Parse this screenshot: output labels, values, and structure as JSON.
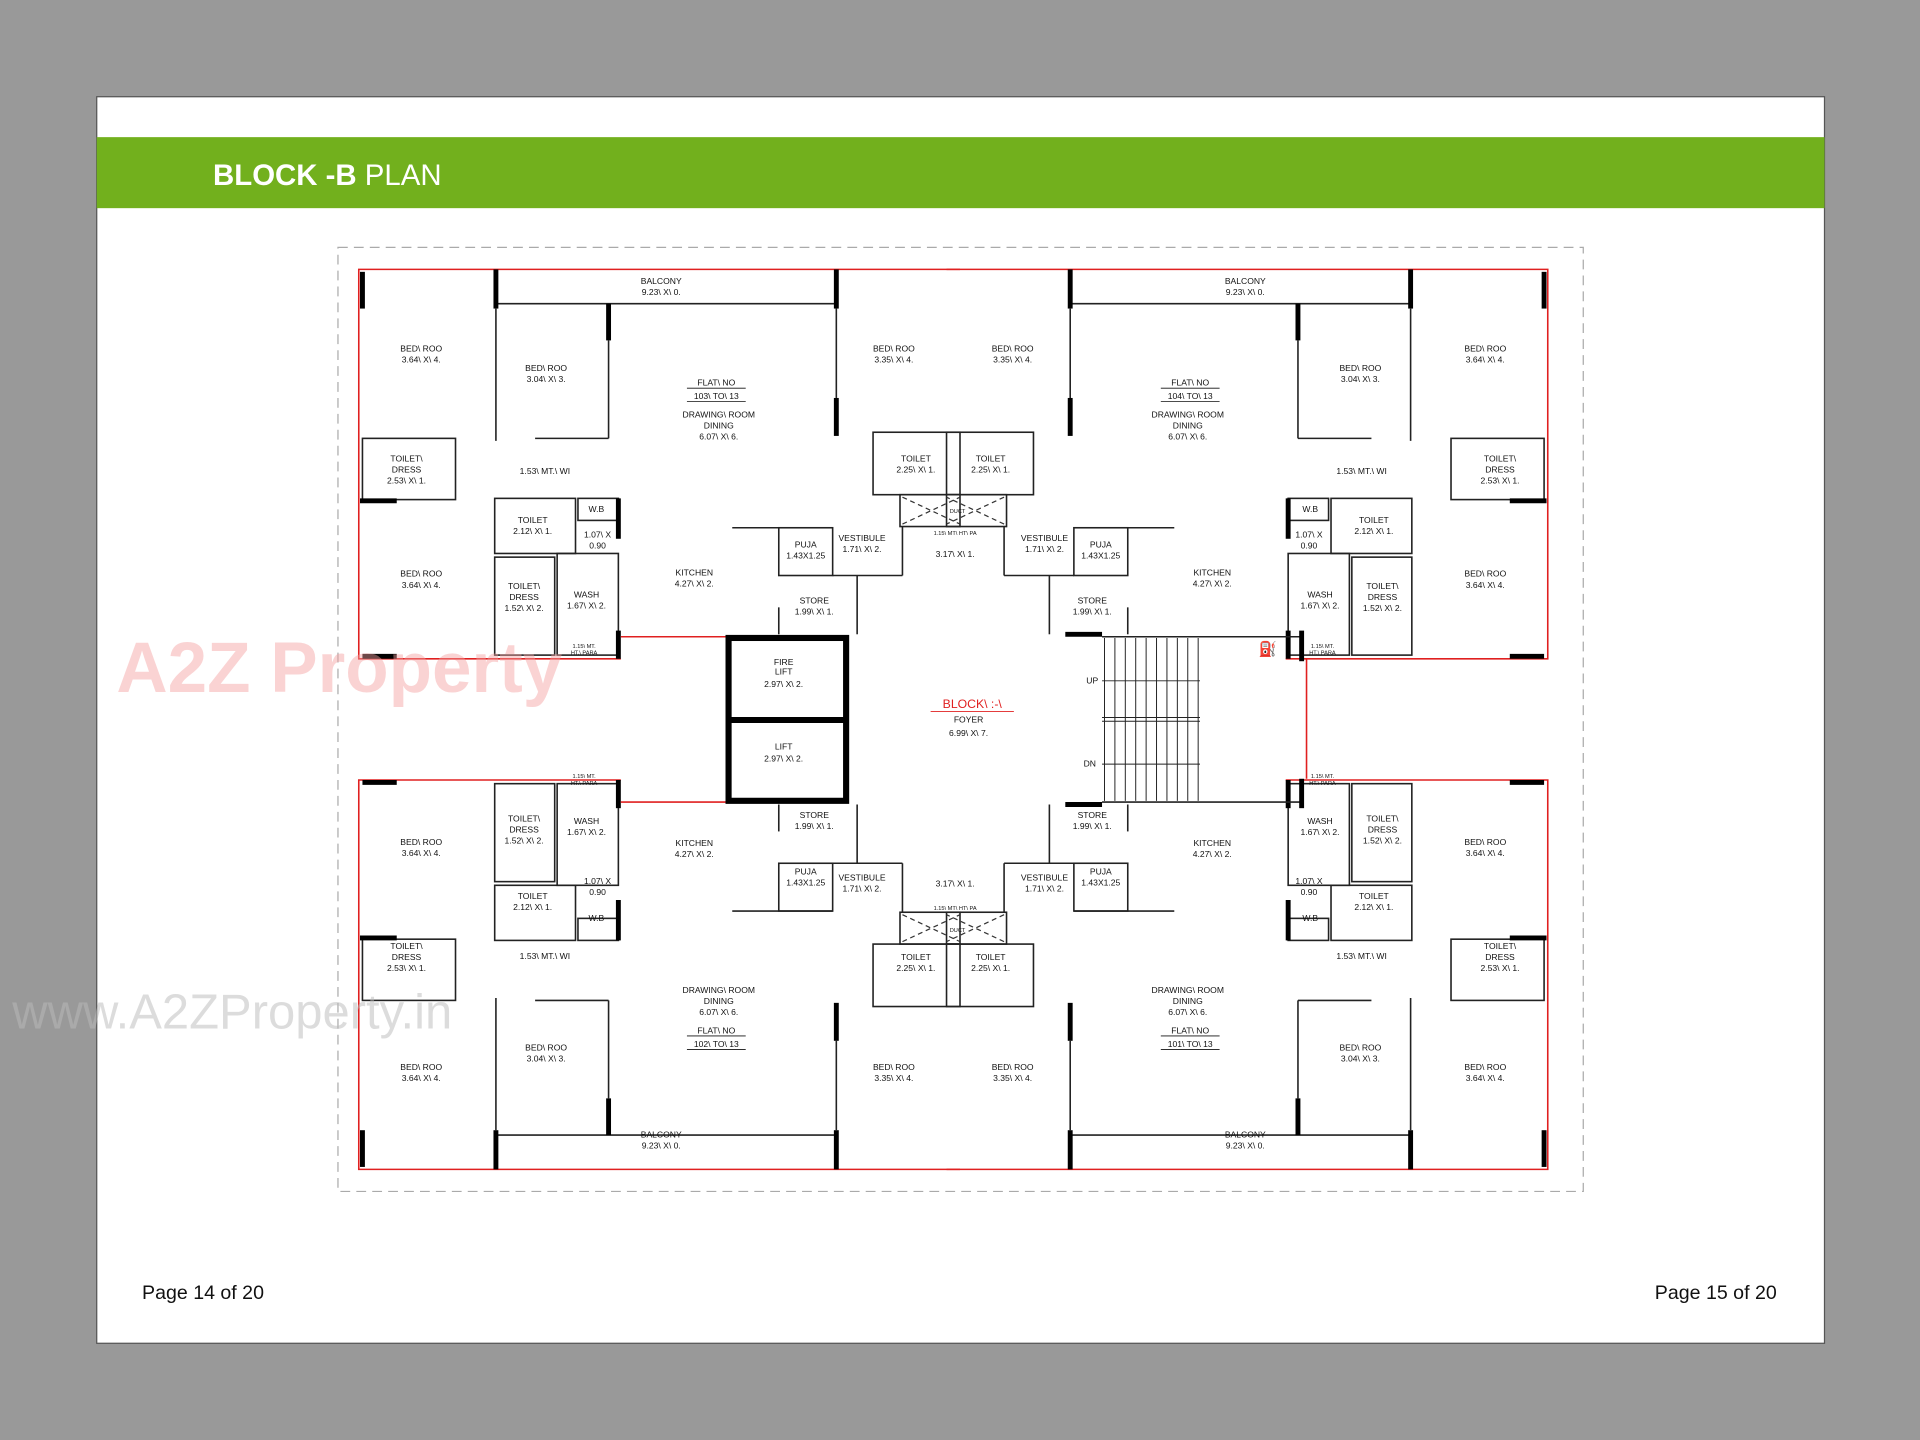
{
  "header": {
    "title_bold": "BLOCK -B",
    "title_rest": " PLAN",
    "band_color": "#72b01d"
  },
  "footer": {
    "left_page": "Page 14 of 20",
    "right_page": "Page 15 of 20"
  },
  "watermark": {
    "logo": "A2Z Property",
    "url": "www.A2ZProperty.in"
  },
  "plan": {
    "flats": [
      {
        "flat_no": "FLAT\\ NO",
        "range": "103\\ TO\\ 13"
      },
      {
        "flat_no": "FLAT\\ NO",
        "range": "104\\ TO\\ 13"
      },
      {
        "flat_no": "FLAT\\ NO",
        "range": "102\\ TO\\ 13"
      },
      {
        "flat_no": "FLAT\\ NO",
        "range": "101\\ TO\\ 13"
      }
    ],
    "room_labels": [
      [
        "BALCONY",
        "9.23\\ X\\ 0."
      ],
      [
        "BED\\ ROO",
        "3.64\\ X\\ 4."
      ],
      [
        "BED\\ ROO",
        "3.04\\ X\\ 3."
      ],
      [
        "DRAWING\\ ROOM",
        "DINING",
        "6.07\\ X\\ 6."
      ],
      [
        "BED\\ ROO",
        "3.35\\ X\\ 4."
      ],
      [
        "TOILET\\",
        "DRESS",
        "2.53\\ X\\ 1."
      ],
      [
        "1.53\\ MT.\\ WI"
      ],
      [
        "TOILET",
        "2.25\\ X\\ 1."
      ],
      [
        "W.B"
      ],
      [
        "TOILET",
        "2.12\\ X\\ 1."
      ],
      [
        "1.07\\ X",
        "0.90"
      ],
      [
        "PUJA",
        "1.43X1.25"
      ],
      [
        "VESTIBULE",
        "1.71\\ X\\ 2."
      ],
      [
        "BED\\ ROO",
        "3.64\\ X\\ 4."
      ],
      [
        "KITCHEN",
        "4.27\\ X\\ 2."
      ],
      [
        "WASH",
        "1.67\\ X\\ 2."
      ],
      [
        "TOILET\\",
        "DRESS",
        "1.52\\ X\\ 2."
      ],
      [
        "STORE",
        "1.99\\ X\\ 1."
      ],
      [
        "1.15\\ MT.",
        "HT.\\ PARA"
      ]
    ],
    "core": {
      "block_label": "BLOCK\\ :-\\",
      "foyer": "FOYER",
      "foyer_size": "6.99\\ X\\ 7.",
      "fire_lift": "FIRE",
      "fire_lift2": "LIFT",
      "fire_lift_size": "2.97\\ X\\ 2.",
      "lift": "LIFT",
      "lift_size": "2.97\\ X\\ 2.",
      "up": "UP",
      "dn": "DN",
      "passage_top": "3.17\\ X\\ 1.",
      "passage_bottom": "3.17\\ X\\ 1.",
      "para_top": "1.15\\ MT\\ HT\\ PA",
      "para_bottom": "1.15\\ MT\\ HT\\ PA",
      "duct_top": "DUCT",
      "duct_bottom": "DUCT"
    },
    "accent_red": "#e02020"
  }
}
